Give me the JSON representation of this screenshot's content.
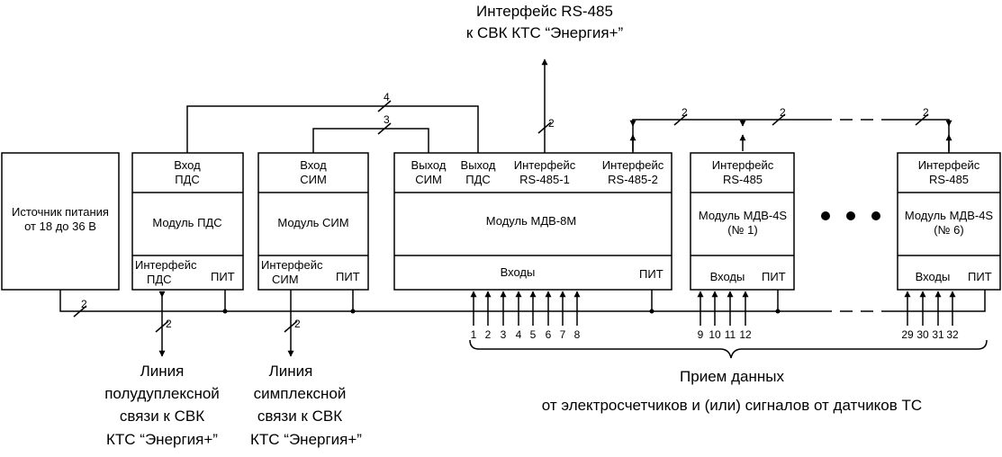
{
  "title": {
    "line1": "Интерфейс RS-485",
    "line2": "к СВК КТС “Энергия+”"
  },
  "power": {
    "line1": "Источник питания",
    "line2": "от 18 до 36 В"
  },
  "pds": {
    "in1": "Вход",
    "in2": "ПДС",
    "name": "Модуль ПДС",
    "if1": "Интерфейс",
    "if2": "ПДС",
    "pit": "ПИТ"
  },
  "sim": {
    "in1": "Вход",
    "in2": "СИМ",
    "name": "Модуль СИМ",
    "if1": "Интерфейс",
    "if2": "СИМ",
    "pit": "ПИТ"
  },
  "mdv8": {
    "out_sim1": "Выход",
    "out_sim2": "СИМ",
    "out_pds1": "Выход",
    "out_pds2": "ПДС",
    "rs1_1": "Интерфейс",
    "rs1_2": "RS-485-1",
    "rs2_1": "Интерфейс",
    "rs2_2": "RS-485-2",
    "name": "Модуль МДВ-8М",
    "inputs": "Входы",
    "pit": "ПИТ"
  },
  "mdv4s_1": {
    "if1": "Интерфейс",
    "if2": "RS-485",
    "name1": "Модуль МДВ-4S",
    "name2": "(№ 1)",
    "inputs": "Входы",
    "pit": "ПИТ"
  },
  "mdv4s_6": {
    "if1": "Интерфейс",
    "if2": "RS-485",
    "name1": "Модуль МДВ-4S",
    "name2": "(№ 6)",
    "inputs": "Входы",
    "pit": "ПИТ"
  },
  "wire_counts": {
    "w4": "4",
    "w3": "3",
    "rs_up": "2",
    "bus_a": "2",
    "bus_b": "2",
    "bus_c": "2",
    "power": "2",
    "pds_line": "2",
    "sim_line": "2"
  },
  "input_numbers": {
    "mdv8": [
      "1",
      "2",
      "3",
      "4",
      "5",
      "6",
      "7",
      "8"
    ],
    "mdv4s_1": [
      "9",
      "10",
      "11",
      "12"
    ],
    "mdv4s_6": [
      "29",
      "30",
      "31",
      "32"
    ]
  },
  "pds_line": {
    "l1": "Линия",
    "l2": "полудуплексной",
    "l3": "связи к СВК",
    "l4": "КТС “Энергия+”"
  },
  "sim_line": {
    "l1": "Линия",
    "l2": "симплексной",
    "l3": "связи к СВК",
    "l4": "КТС “Энергия+”"
  },
  "reception": {
    "l1": "Прием данных",
    "l2": "от электросчетчиков и (или) сигналов от датчиков ТС"
  }
}
